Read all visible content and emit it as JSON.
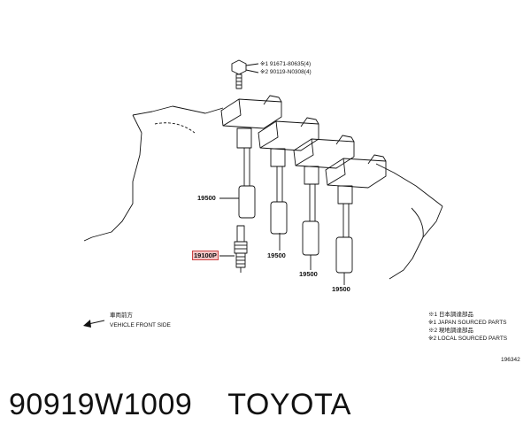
{
  "callouts": {
    "bolt_note_1": "※1 91671-80635(4)",
    "bolt_note_2": "※2 90119-N0308(4)",
    "coil_a": "19500",
    "coil_b": "19500",
    "coil_c": "19500",
    "coil_d": "19500",
    "spark_plug": "19100P"
  },
  "direction": {
    "jp": "車両前方",
    "en": "VEHICLE FRONT SIDE"
  },
  "legend": {
    "line1": "※1 日本調達部品",
    "line2": "※1 JAPAN SOURCED PARTS",
    "line3": "※2 現地調達部品",
    "line4": "※2 LOCAL SOURCED PARTS"
  },
  "figure_id": "196342",
  "footer": {
    "part_number": "90919W1009",
    "brand": "TOYOTA"
  },
  "colors": {
    "highlight": "#f3c6c6",
    "line": "#111111"
  }
}
